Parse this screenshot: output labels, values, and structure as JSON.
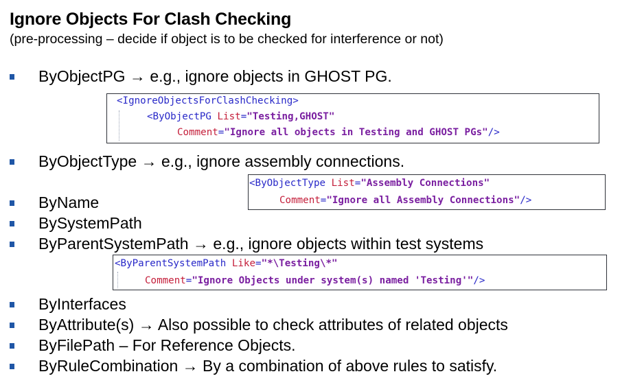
{
  "title": "Ignore Objects For Clash Checking",
  "subtitle": "(pre-processing – decide if object is to be checked for interference or not)",
  "bullets": [
    "ByObjectPG → e.g., ignore objects in GHOST PG.",
    "ByObjectType → e.g., ignore assembly connections.",
    "ByName",
    "BySystemPath",
    "ByParentSystemPath → e.g., ignore objects within test systems",
    "ByInterfaces",
    "ByAttribute(s)  → Also possible to check attributes of related objects",
    "ByFilePath – For Reference Objects.",
    "ByRuleCombination → By a combination of above rules to satisfy."
  ],
  "code1": {
    "l1_open": "<",
    "l1_tag": "IgnoreObjectsForClashChecking",
    "l1_close": ">",
    "l2_open": "<",
    "l2_tag": "ByObjectPG",
    "l2_attr": " List",
    "l2_eq": "=",
    "l2_val": "\"Testing,GHOST\"",
    "l3_attr": "Comment",
    "l3_eq": "=",
    "l3_val": "\"Ignore all objects in Testing and GHOST PGs\"",
    "l3_close": "/>"
  },
  "code2": {
    "l1_open": "<",
    "l1_tag": "ByObjectType",
    "l1_attr": " List",
    "l1_eq": "=",
    "l1_val": "\"Assembly Connections\"",
    "l2_attr": "Comment",
    "l2_eq": "=",
    "l2_val": "\"Ignore all Assembly Connections\"",
    "l2_close": "/>"
  },
  "code3": {
    "l1_open": "<",
    "l1_tag": "ByParentSystemPath",
    "l1_attr": " Like",
    "l1_eq": "=",
    "l1_val": "\"*\\Testing\\*\"",
    "l2_attr": "Comment",
    "l2_eq": "=",
    "l2_val": "\"Ignore Objects under system(s) named 'Testing'\"",
    "l2_close": "/>"
  },
  "colors": {
    "bullet": "#1f56a6",
    "xml_tag": "#2828c8",
    "xml_attribute": "#c41e3a",
    "xml_value": "#7a1fa0",
    "code_border": "#2e3138"
  }
}
